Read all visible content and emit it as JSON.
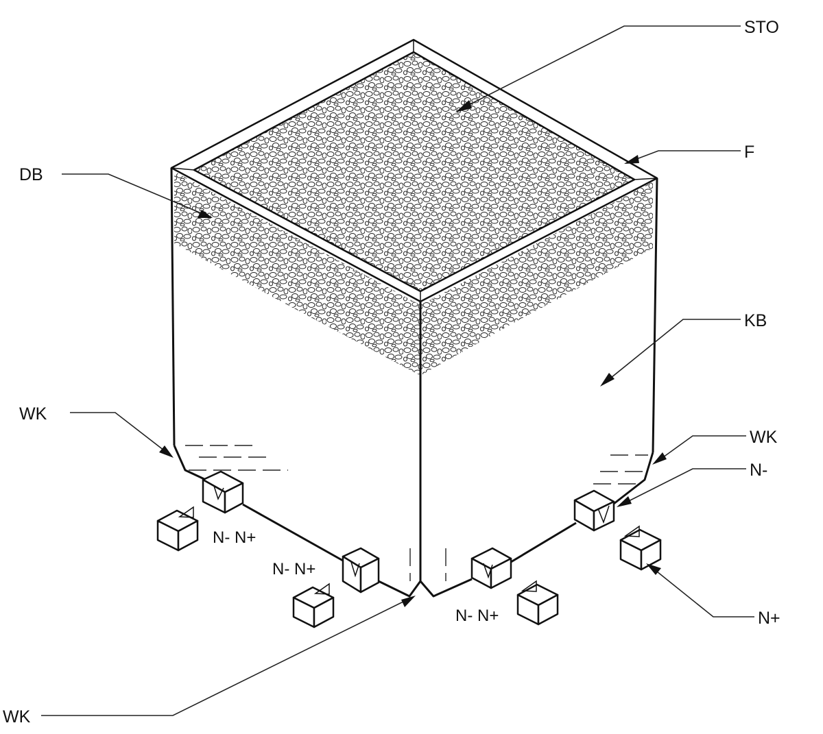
{
  "diagram": {
    "labels": {
      "sto": "STO",
      "f": "F",
      "db": "DB",
      "kb": "KB",
      "wk_left": "WK",
      "wk_right": "WK",
      "wk_bottom": "WK",
      "n_minus_right": "N-",
      "n_plus_right": "N+",
      "pair_left": "N- N+",
      "pair_mid": "N- N+",
      "pair_front": "N- N+"
    }
  }
}
